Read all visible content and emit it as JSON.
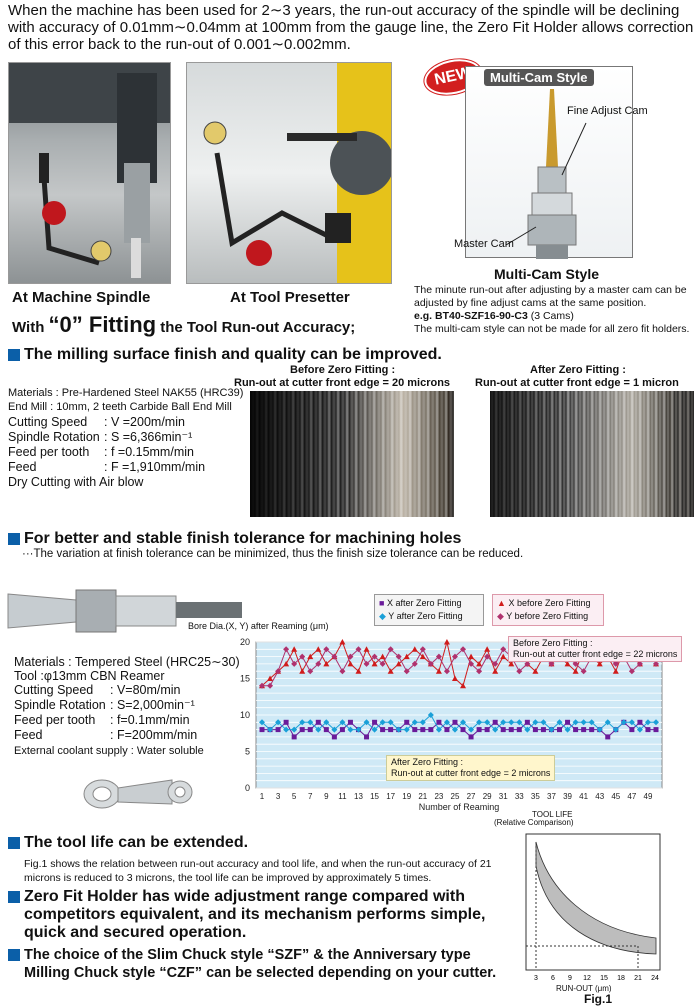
{
  "intro": "When the machine has been used for 2∼3 years, the run-out accuracy of the spindle will be declining with accuracy of 0.01mm∼0.04mm at 100mm from the gauge line, the Zero Fit Holder allows correction of this error back to the run-out of 0.001∼0.002mm.",
  "photos": {
    "spindle_caption": "At Machine Spindle",
    "presetter_caption": "At Tool Presetter"
  },
  "multicam": {
    "badge": "NEW",
    "header": "Multi-Cam Style",
    "fine_adjust": "Fine Adjust Cam",
    "master_cam": "Master Cam",
    "title": "Multi-Cam Style",
    "desc": "The minute run-out after adjusting by a master cam can be adjusted by fine adjust cams at the same position.",
    "example_label": "e.g. BT40-SZF16-90-C3",
    "example_note": "(3 Cams)",
    "note": "The multi-cam style can not be made for all zero fit holders."
  },
  "fitting_heading": {
    "pre": "With ",
    "big": "“0” Fitting",
    "post": " the Tool Run-out Accuracy;"
  },
  "section1": {
    "heading": "The milling surface finish and quality can be improved.",
    "materials": "Materials : Pre-Hardened Steel NAK55 (HRC39)",
    "end_mill": "End Mill : 10mm, 2 teeth Carbide Ball End Mill",
    "specs": [
      {
        "k": "Cutting Speed",
        "v": ": V =200m/min"
      },
      {
        "k": "Spindle Rotation",
        "v": ": S =6,366min⁻¹"
      },
      {
        "k": "Feed per tooth",
        "v": ":  f =0.15mm/min"
      },
      {
        "k": "Feed",
        "v": ": F =1,910mm/min"
      }
    ],
    "dry": "Dry Cutting with Air blow",
    "before_title": "Before Zero Fitting :",
    "before_sub": "Run-out at cutter front edge = 20 microns",
    "after_title": "After Zero Fitting :",
    "after_sub": "Run-out at cutter front edge = 1 micron"
  },
  "section2": {
    "heading": "For better and stable finish tolerance for machining holes",
    "sub": "···The variation at finish tolerance can be minimized, thus the finish size tolerance can be reduced.",
    "materials": "Materials : Tempered Steel (HRC25∼30)",
    "tool": "Tool :φ13mm CBN Reamer",
    "specs": [
      {
        "k": "Cutting Speed",
        "v": ": V=80m/min"
      },
      {
        "k": "Spindle Rotation",
        "v": ": S=2,000min⁻¹"
      },
      {
        "k": "Feed per tooth",
        "v": ": f=0.1mm/min"
      },
      {
        "k": "Feed",
        "v": ": F=200mm/min"
      }
    ],
    "coolant": "External coolant supply : Water soluble"
  },
  "chart_data": {
    "type": "line",
    "ylabel": "Bore Dia.(X, Y) after Reaming (μm)",
    "xlabel": "Number of Reaming",
    "ylim": [
      0,
      20
    ],
    "yticks": [
      0,
      5,
      10,
      15,
      20
    ],
    "xticks": [
      1,
      3,
      5,
      7,
      9,
      11,
      13,
      15,
      17,
      19,
      21,
      23,
      25,
      27,
      29,
      31,
      33,
      35,
      37,
      39,
      41,
      43,
      45,
      47,
      49
    ],
    "legend": [
      "X after Zero Fitting",
      "Y after Zero Fitting",
      "X before Zero Fitting",
      "Y before Zero Fitting"
    ],
    "series": [
      {
        "name": "X after Zero Fitting",
        "color": "#6a1b9a",
        "values": [
          8,
          8,
          8,
          9,
          7,
          8,
          8,
          9,
          8,
          7,
          8,
          9,
          8,
          7,
          9,
          8,
          8,
          8,
          9,
          8,
          8,
          8,
          9,
          8,
          9,
          8,
          7,
          8,
          8,
          9,
          8,
          8,
          8,
          9,
          8,
          8,
          8,
          8,
          9,
          8,
          8,
          8,
          8,
          7,
          8,
          9,
          8,
          9,
          8,
          8
        ]
      },
      {
        "name": "Y after Zero Fitting",
        "color": "#1aa0d8",
        "values": [
          9,
          8,
          9,
          8,
          8,
          9,
          9,
          8,
          9,
          8,
          9,
          8,
          8,
          9,
          8,
          9,
          9,
          8,
          8,
          9,
          9,
          10,
          8,
          9,
          8,
          9,
          8,
          9,
          9,
          8,
          9,
          9,
          9,
          8,
          9,
          9,
          8,
          9,
          8,
          9,
          9,
          9,
          8,
          9,
          8,
          9,
          9,
          8,
          9,
          9
        ]
      },
      {
        "name": "X before Zero Fitting",
        "color": "#d01c1c",
        "values": [
          14,
          15,
          16,
          17,
          19,
          16,
          18,
          19,
          17,
          18,
          20,
          17,
          16,
          19,
          17,
          18,
          16,
          17,
          18,
          19,
          18,
          17,
          16,
          20,
          15,
          14,
          18,
          17,
          19,
          16,
          18,
          17,
          19,
          17,
          16,
          18,
          17,
          18,
          17,
          16,
          19,
          18,
          17,
          18,
          16,
          19,
          18,
          17,
          20,
          17
        ]
      },
      {
        "name": "Y before Zero Fitting",
        "color": "#b0326e",
        "values": [
          14,
          14,
          16,
          19,
          17,
          18,
          16,
          17,
          19,
          18,
          16,
          18,
          19,
          17,
          18,
          17,
          19,
          18,
          16,
          17,
          19,
          17,
          18,
          16,
          18,
          19,
          17,
          16,
          18,
          17,
          19,
          18,
          16,
          17,
          19,
          18,
          17,
          19,
          18,
          17,
          16,
          18,
          19,
          18,
          17,
          18,
          16,
          17,
          19,
          17
        ]
      }
    ]
  },
  "chart_notes": {
    "before_title": "Before Zero Fitting :",
    "before_sub": "Run-out at cutter front edge = 22 microns",
    "after_title": "After Zero Fitting :",
    "after_sub": "Run-out at cutter front edge = 2 microns"
  },
  "section3": {
    "heading": "The tool life can be extended.",
    "body": "Fig.1 shows the relation between run-out accuracy and tool life, and when the run-out accuracy of 21 microns is reduced to 3 microns, the tool life can be improved by approximately 5 times.",
    "bullet2": "Zero Fit Holder has wide adjustment range compared with competitors equivalent, and its mechanism performs simple, quick and secured operation.",
    "bullet3": "The choice of the Slim Chuck style “SZF” & the Anniversary type Milling Chuck style “CZF” can be selected depending on your cutter."
  },
  "fig1": {
    "title": "TOOL LIFE",
    "subtitle": "(Relative Comparison)",
    "xlabel": "RUN-OUT (μm)",
    "caption": "Fig.1",
    "xticks": [
      "3",
      "6",
      "9",
      "12",
      "15",
      "18",
      "21",
      "24"
    ]
  }
}
